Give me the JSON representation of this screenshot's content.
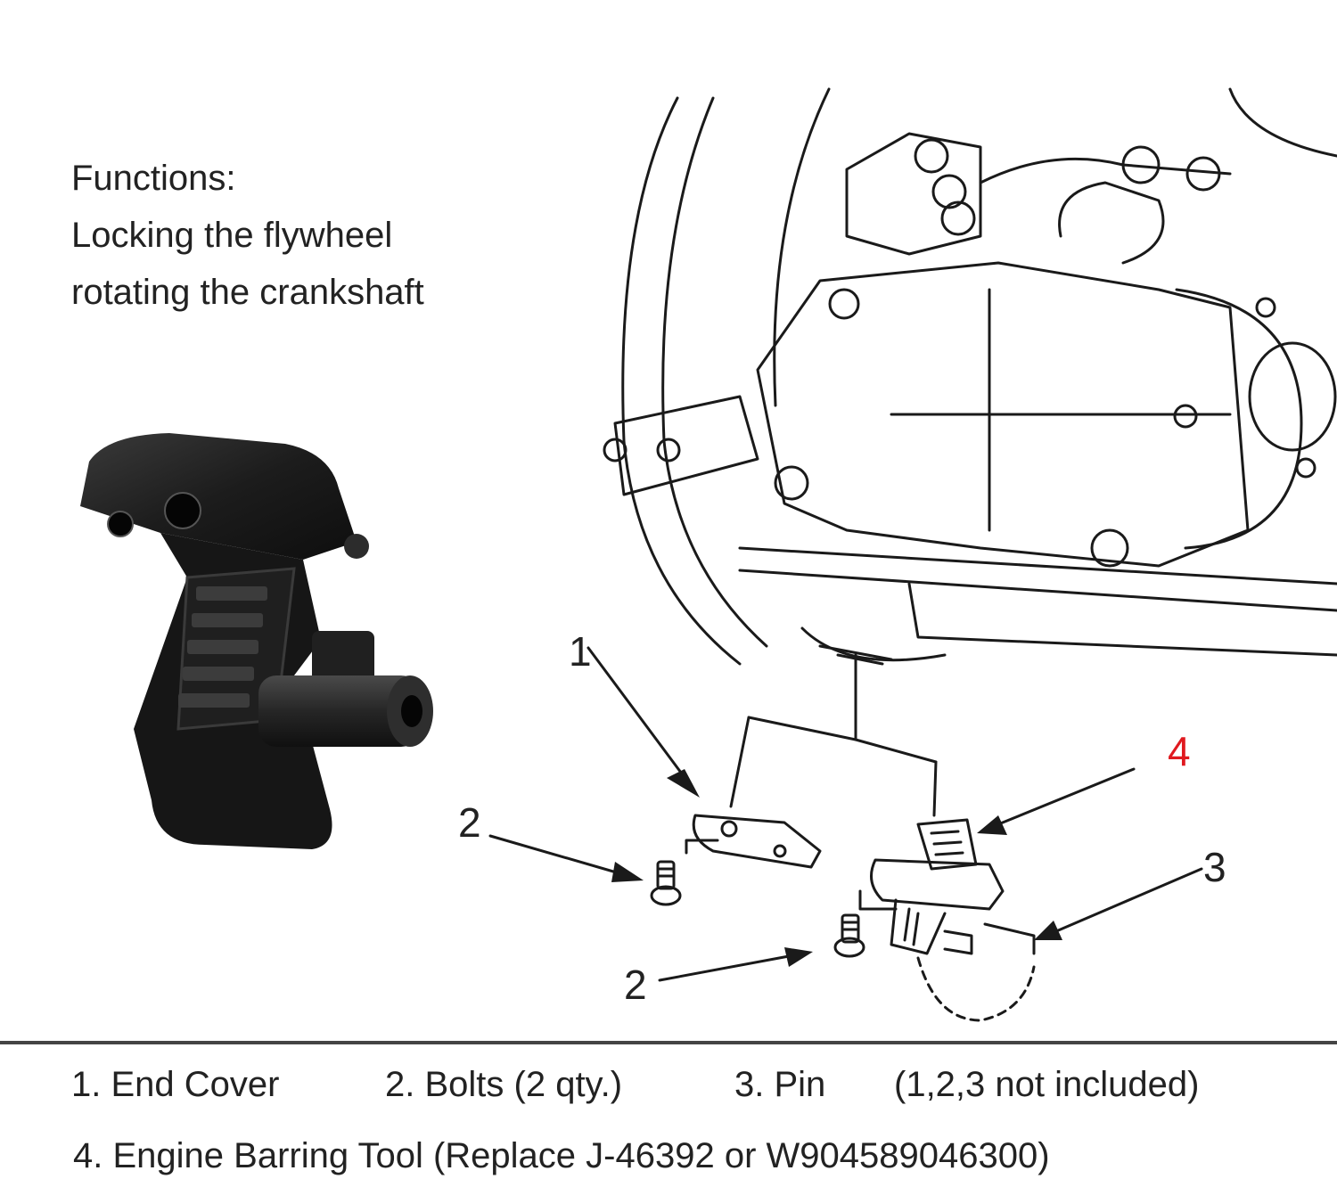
{
  "functions": {
    "heading": "Functions:",
    "line1": "Locking the flywheel",
    "line2": "rotating  the crankshaft"
  },
  "callouts": {
    "c1": "1",
    "c2a": "2",
    "c2b": "2",
    "c3": "3",
    "c4": "4"
  },
  "legend": {
    "item1": "1. End Cover",
    "item2": "2. Bolts (2 qty.)",
    "item3": "3. Pin",
    "note": "(1,2,3 not included)",
    "item4": "4. Engine Barring Tool (Replace  J-46392 or W904589046300)"
  },
  "colors": {
    "highlight": "#e0191f",
    "line": "#1a1a1a",
    "tool": "#1c1c1c"
  }
}
